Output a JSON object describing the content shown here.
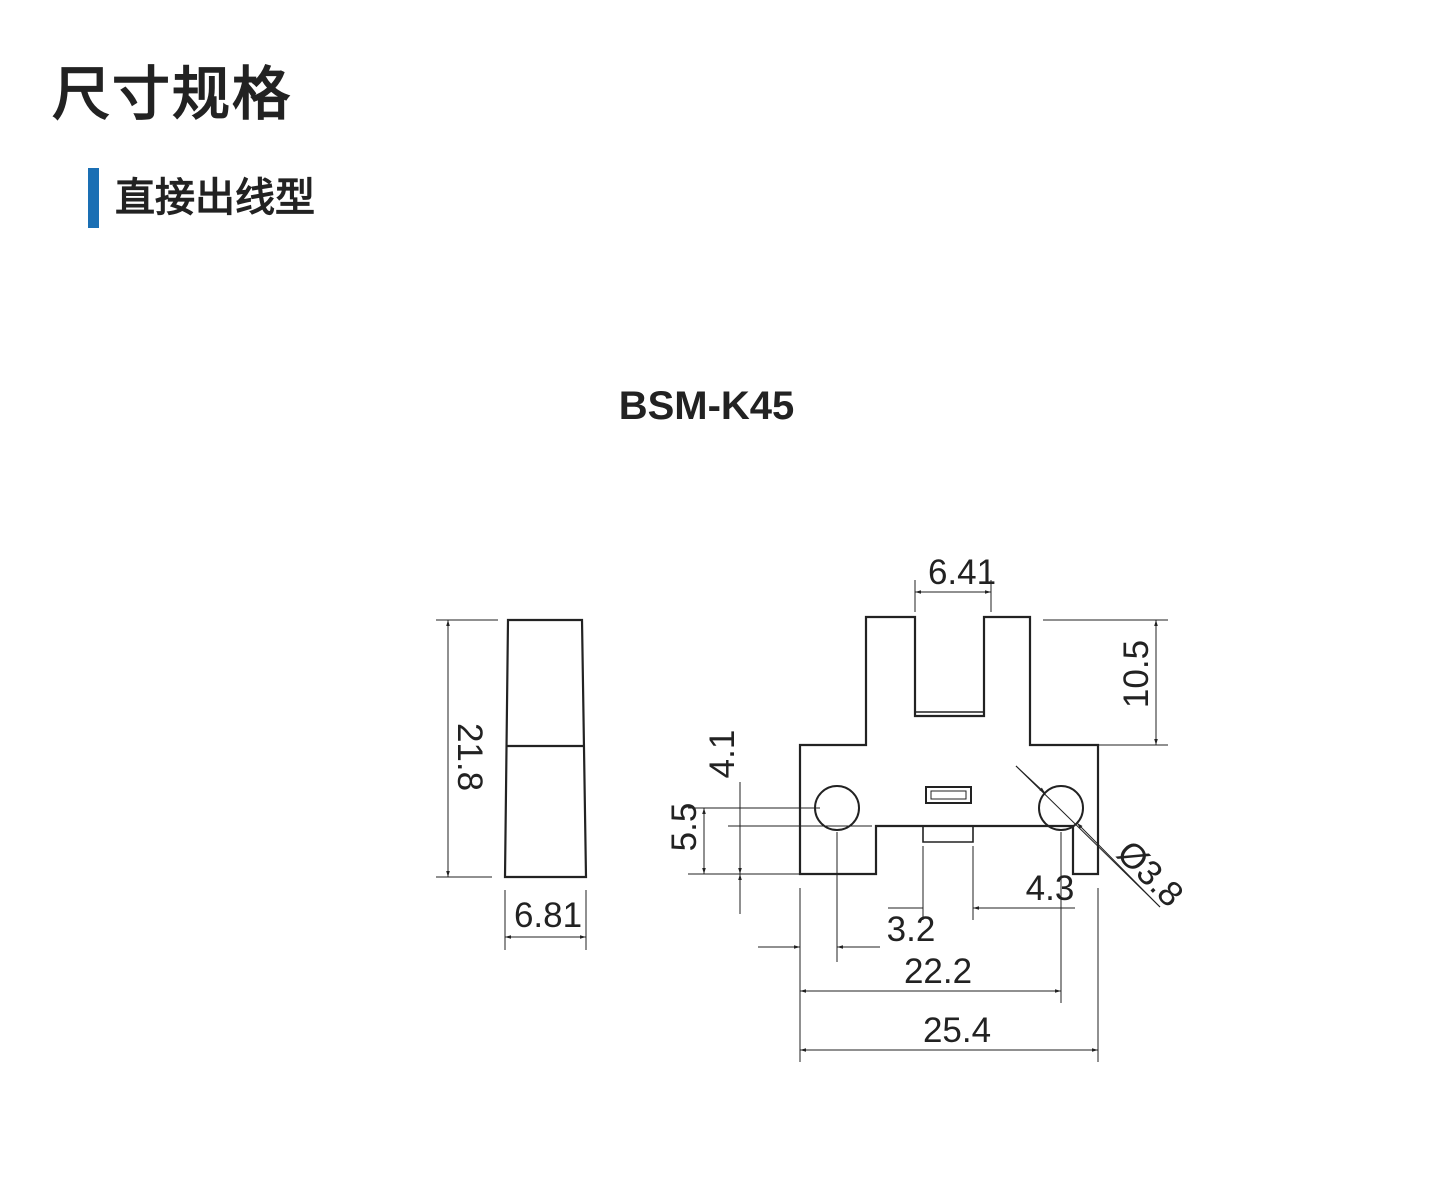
{
  "page": {
    "title": "尺寸规格"
  },
  "section": {
    "title": "直接出线型",
    "accent_color": "#1a6fb4"
  },
  "product": {
    "model": "BSM-K45"
  },
  "dimensions": {
    "slot_width": "6.41",
    "arm_height": "10.5",
    "side_height": "21.8",
    "side_width": "6.81",
    "hole_top_offset": "4.1",
    "hole_bottom_offset": "5.5",
    "hole_diameter": "Ø3.8",
    "connector_offset": "4.3",
    "connector_width": "3.2",
    "hole_pitch": "22.2",
    "total_width": "25.4"
  }
}
